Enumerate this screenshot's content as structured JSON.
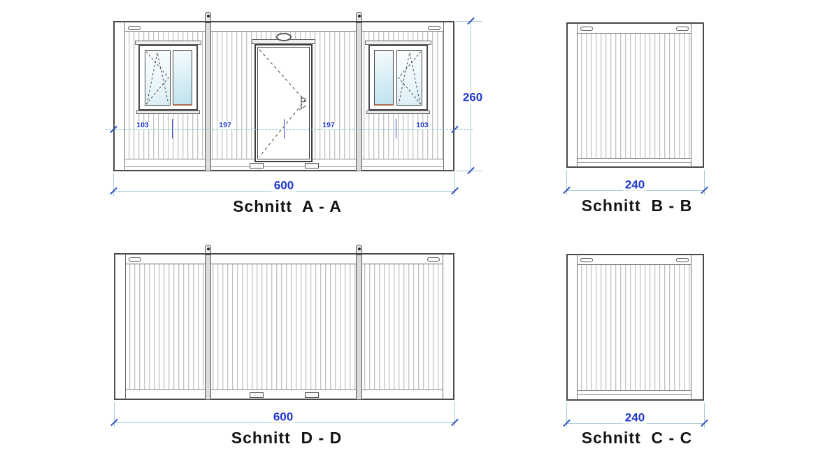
{
  "drawing": {
    "type": "technical section views of a 600x240x260 container cabin",
    "views": {
      "a": {
        "title": "Schnitt  A - A",
        "width_label": "600",
        "height_label": "260",
        "segment_labels": [
          "103",
          "197",
          "197",
          "103"
        ]
      },
      "b": {
        "title": "Schnitt  B - B",
        "width_label": "240"
      },
      "d": {
        "title": "Schnitt  D - D",
        "width_label": "600"
      },
      "c": {
        "title": "Schnitt  C - C",
        "width_label": "240"
      }
    },
    "colors": {
      "dimension_text": "#2038cc",
      "dimension_line": "#a6cdd9",
      "dimension_tick": "#2f4fc0",
      "outline": "#4a4a4a",
      "title_text": "#141414",
      "glazing": "#bfe2ee"
    }
  }
}
